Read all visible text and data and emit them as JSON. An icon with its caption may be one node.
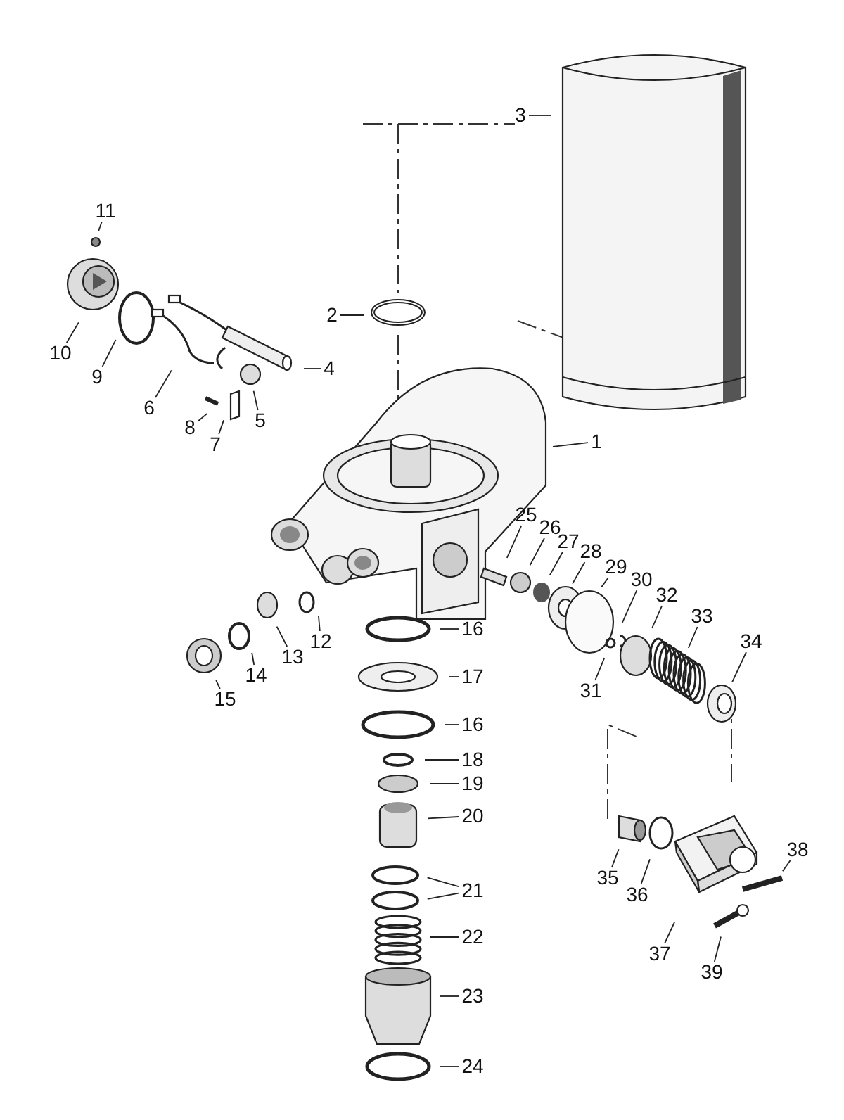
{
  "diagram": {
    "nodes": [
      {
        "text": [
          "1"
        ]
      },
      {
        "text": [
          "2"
        ]
      },
      {
        "text": [
          "3"
        ]
      },
      {
        "text": [
          "4"
        ]
      },
      {
        "text": [
          "5"
        ]
      },
      {
        "text": [
          "6"
        ]
      },
      {
        "text": [
          "7"
        ]
      },
      {
        "text": [
          "8"
        ]
      },
      {
        "text": [
          "9"
        ]
      },
      {
        "text": [
          "10"
        ]
      },
      {
        "text": [
          "11"
        ]
      },
      {
        "text": [
          "12"
        ]
      },
      {
        "text": [
          "13"
        ]
      },
      {
        "text": [
          "14"
        ]
      },
      {
        "text": [
          "15"
        ]
      },
      {
        "text": [
          "16"
        ]
      },
      {
        "text": [
          "17"
        ]
      },
      {
        "text": [
          "16"
        ]
      },
      {
        "text": [
          "18"
        ]
      },
      {
        "text": [
          "19"
        ]
      },
      {
        "text": [
          "20"
        ]
      },
      {
        "text": [
          "21"
        ]
      },
      {
        "text": [
          "22"
        ]
      },
      {
        "text": [
          "23"
        ]
      },
      {
        "text": [
          "24"
        ]
      },
      {
        "text": [
          "25"
        ]
      },
      {
        "text": [
          "26"
        ]
      },
      {
        "text": [
          "27"
        ]
      },
      {
        "text": [
          "28"
        ]
      },
      {
        "text": [
          "29"
        ]
      },
      {
        "text": [
          "30"
        ]
      },
      {
        "text": [
          "31"
        ]
      },
      {
        "text": [
          "32"
        ]
      },
      {
        "text": [
          "33"
        ]
      },
      {
        "text": [
          "34"
        ]
      },
      {
        "text": [
          "35"
        ]
      },
      {
        "text": [
          "36"
        ]
      },
      {
        "text": [
          "37"
        ]
      },
      {
        "text": [
          "38"
        ]
      },
      {
        "text": [
          "39"
        ]
      }
    ],
    "edges": [
      {
        "from": 0,
        "to": null,
        "arrow": "none"
      },
      {
        "from": 1,
        "to": null,
        "arrow": "none"
      },
      {
        "from": 2,
        "to": null,
        "arrow": "none"
      },
      {
        "from": 3,
        "to": null,
        "arrow": "none"
      },
      {
        "from": 4,
        "to": null,
        "arrow": "none"
      },
      {
        "from": 5,
        "to": null,
        "arrow": "none"
      },
      {
        "from": 6,
        "to": null,
        "arrow": "none"
      },
      {
        "from": 7,
        "to": null,
        "arrow": "none"
      },
      {
        "from": 8,
        "to": null,
        "arrow": "none"
      },
      {
        "from": 9,
        "to": null,
        "arrow": "none"
      },
      {
        "from": 10,
        "to": null,
        "arrow": "none"
      },
      {
        "from": 11,
        "to": null,
        "arrow": "none"
      },
      {
        "from": 12,
        "to": null,
        "arrow": "none"
      },
      {
        "from": 13,
        "to": null,
        "arrow": "none"
      },
      {
        "from": 14,
        "to": null,
        "arrow": "none"
      },
      {
        "from": 15,
        "to": null,
        "arrow": "none"
      },
      {
        "from": 16,
        "to": null,
        "arrow": "none"
      },
      {
        "from": 17,
        "to": null,
        "arrow": "none"
      },
      {
        "from": 18,
        "to": null,
        "arrow": "none"
      },
      {
        "from": 19,
        "to": null,
        "arrow": "none"
      },
      {
        "from": 20,
        "to": null,
        "arrow": "none"
      },
      {
        "from": 21,
        "to": null,
        "arrow": "none"
      },
      {
        "from": 21,
        "to": null,
        "arrow": "none"
      },
      {
        "from": 22,
        "to": null,
        "arrow": "none"
      },
      {
        "from": 23,
        "to": null,
        "arrow": "none"
      },
      {
        "from": 24,
        "to": null,
        "arrow": "none"
      },
      {
        "from": 25,
        "to": null,
        "arrow": "none"
      },
      {
        "from": 26,
        "to": null,
        "arrow": "none"
      },
      {
        "from": 27,
        "to": null,
        "arrow": "none"
      },
      {
        "from": 28,
        "to": null,
        "arrow": "none"
      },
      {
        "from": 29,
        "to": null,
        "arrow": "none"
      },
      {
        "from": 30,
        "to": null,
        "arrow": "none"
      },
      {
        "from": 31,
        "to": null,
        "arrow": "none"
      },
      {
        "from": 32,
        "to": null,
        "arrow": "none"
      },
      {
        "from": 33,
        "to": null,
        "arrow": "none"
      },
      {
        "from": 34,
        "to": null,
        "arrow": "none"
      },
      {
        "from": 35,
        "to": null,
        "arrow": "none"
      },
      {
        "from": 36,
        "to": null,
        "arrow": "none"
      },
      {
        "from": 37,
        "to": null,
        "arrow": "none"
      },
      {
        "from": 38,
        "to": null,
        "arrow": "none"
      },
      {
        "from": 39,
        "to": null,
        "arrow": "none"
      }
    ]
  }
}
